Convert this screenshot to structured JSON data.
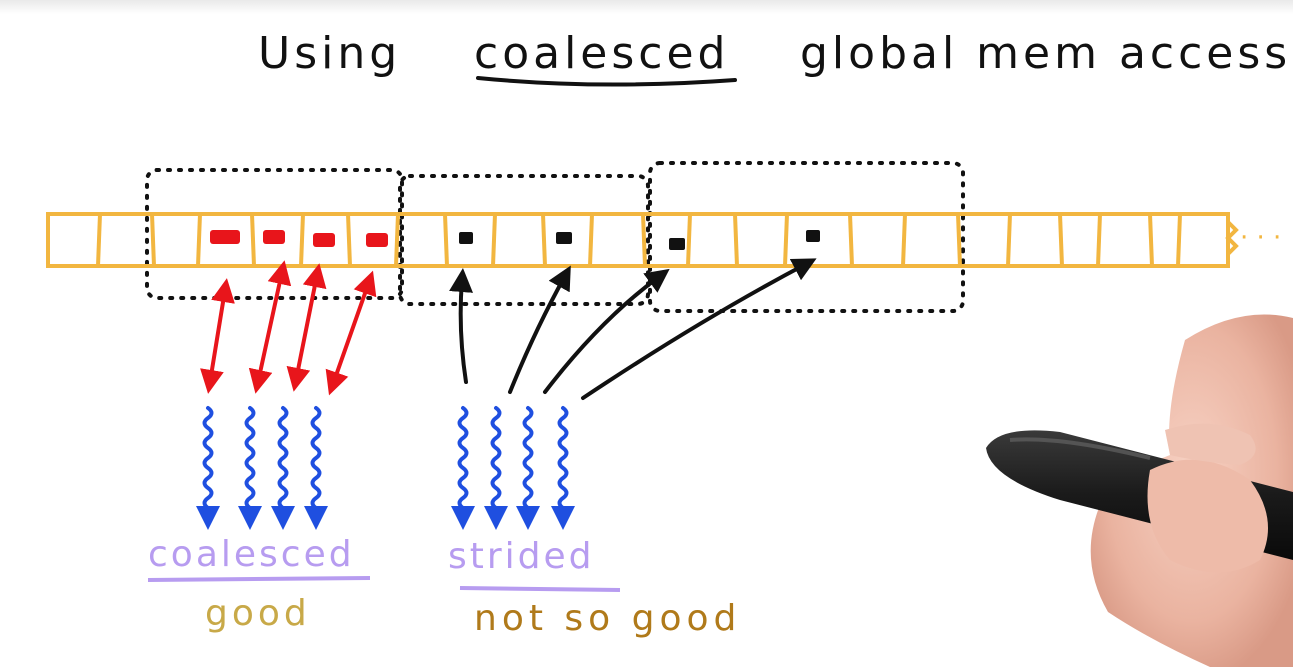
{
  "title": {
    "before": "Using",
    "emphasis": "coalesced",
    "after": "global mem access"
  },
  "labels": {
    "coalesced": "coalesced",
    "good": "good",
    "strided": "strided",
    "not_so_good": "not so good"
  },
  "colors": {
    "memory": "#f2b640",
    "coalesced_access": "#e8151b",
    "strided_access": "#111111",
    "threads": "#1f4fe0",
    "label_purple": "#b79cf0",
    "label_gold": "#c8a948",
    "label_brown": "#b07a1a",
    "ink": "#111111"
  },
  "icons": {
    "continuation": "ellipsis",
    "hand": "hand-holding-pen"
  }
}
